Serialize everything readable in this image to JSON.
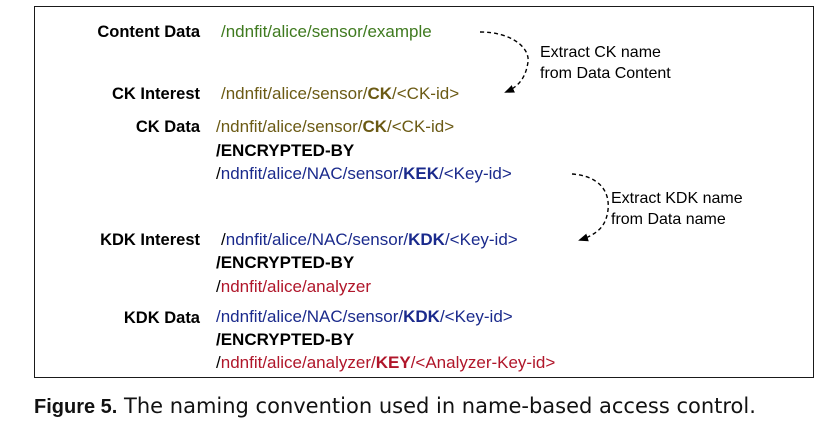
{
  "rows": {
    "content_data": {
      "label": "Content Data",
      "name": "/ndnfit/alice/sensor/example"
    },
    "ck_interest": {
      "label": "CK Interest",
      "prefix": "/ndnfit/alice/sensor/",
      "key": "CK",
      "suffix": "/<CK-id>"
    },
    "ck_data": {
      "label": "CK Data",
      "prefix": "/ndnfit/alice/sensor/",
      "key": "CK",
      "suffix": "/<CK-id>",
      "encrypted_by": "/ENCRYPTED-BY",
      "kek_slash": "/",
      "kek_prefix": "ndnfit/alice/NAC/sensor/",
      "kek_key": "KEK",
      "kek_suffix": "/<Key-id>"
    },
    "kdk_interest": {
      "label": "KDK Interest",
      "slash": "/",
      "prefix": "ndnfit/alice/NAC/sensor/",
      "key": "KDK",
      "suffix": "/<Key-id>",
      "encrypted_by": "/ENCRYPTED-BY",
      "analyzer_slash": "/",
      "analyzer": "ndnfit/alice/analyzer"
    },
    "kdk_data": {
      "label": "KDK Data",
      "prefix": "/ndnfit/alice/NAC/sensor/",
      "key": "KDK",
      "suffix": "/<Key-id>",
      "encrypted_by": "/ENCRYPTED-BY",
      "key_slash": "/",
      "key_prefix": "ndnfit/alice/analyzer/",
      "key_key": "KEY",
      "key_suffix": "/<Analyzer-Key-id>"
    }
  },
  "annotations": {
    "ck": [
      "Extract CK name",
      "from Data Content"
    ],
    "kdk": [
      "Extract KDK name",
      "from Data name"
    ]
  },
  "caption": {
    "figure": "Figure 5.",
    "text": " The naming convention used in name-based access control."
  },
  "colors": {
    "content": "#3f7a1f",
    "ck": "#6b5a14",
    "nac": "#1a2a8c",
    "analyzer": "#b0162a"
  }
}
